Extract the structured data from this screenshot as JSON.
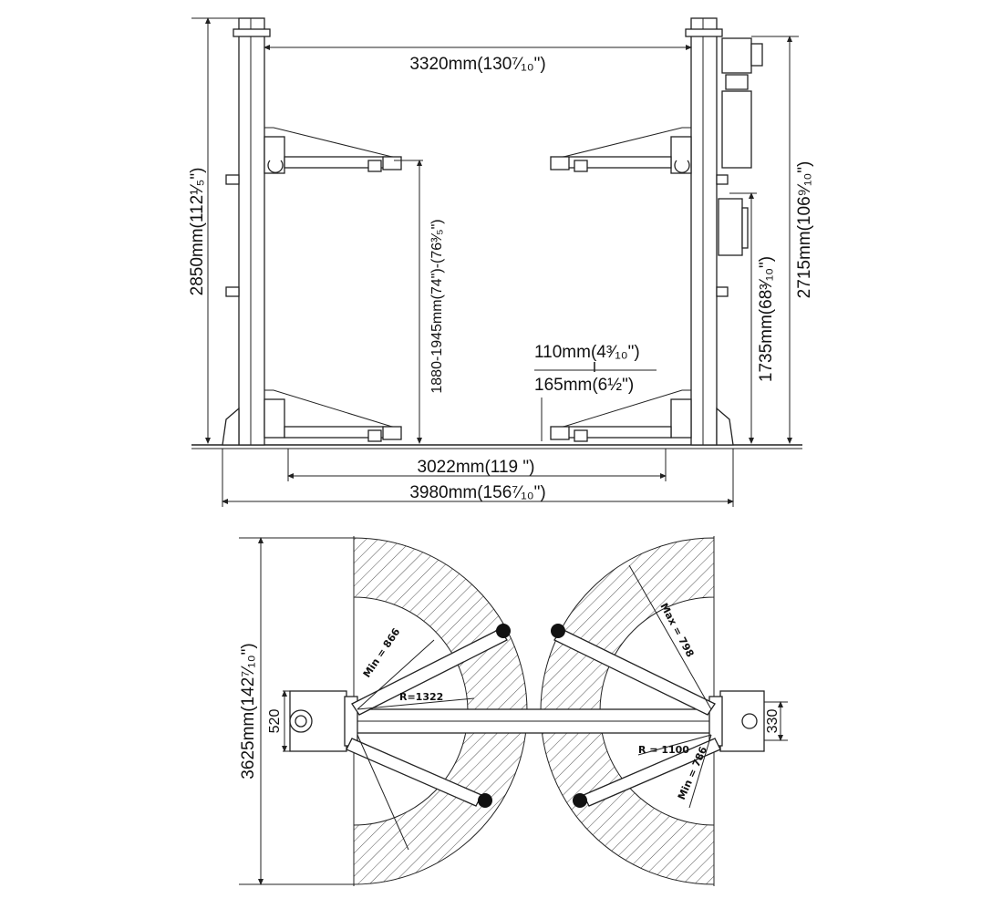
{
  "front_view": {
    "top_width": "3320mm(130⁷⁄₁₀\")",
    "overall_height": "2850mm(112¹⁄₅\")",
    "right_height": "2715mm(106⁹⁄₁₀\")",
    "lift_height": "1880-1945mm(74\")-(76³⁄₅\")",
    "motor_height": "1735mm(68³⁄₁₀\")",
    "pad_min": "110mm(4³⁄₁₀\")",
    "pad_sep": "I",
    "pad_max": "165mm(6½\")",
    "inner_width": "3022mm(119 \")",
    "overall_width": "3980mm(156⁷⁄₁₀\")"
  },
  "top_view": {
    "overall_depth": "3625mm(142⁷⁄₁₀\")",
    "left_base": "520",
    "right_base": "330",
    "left_min": "Min = 866",
    "left_radius": "R=1322",
    "right_max": "Max = 798",
    "right_radius": "R = 1100",
    "right_min": "Min = 786"
  },
  "colors": {
    "line": "#222222",
    "hatch": "#555555",
    "background": "#ffffff"
  }
}
